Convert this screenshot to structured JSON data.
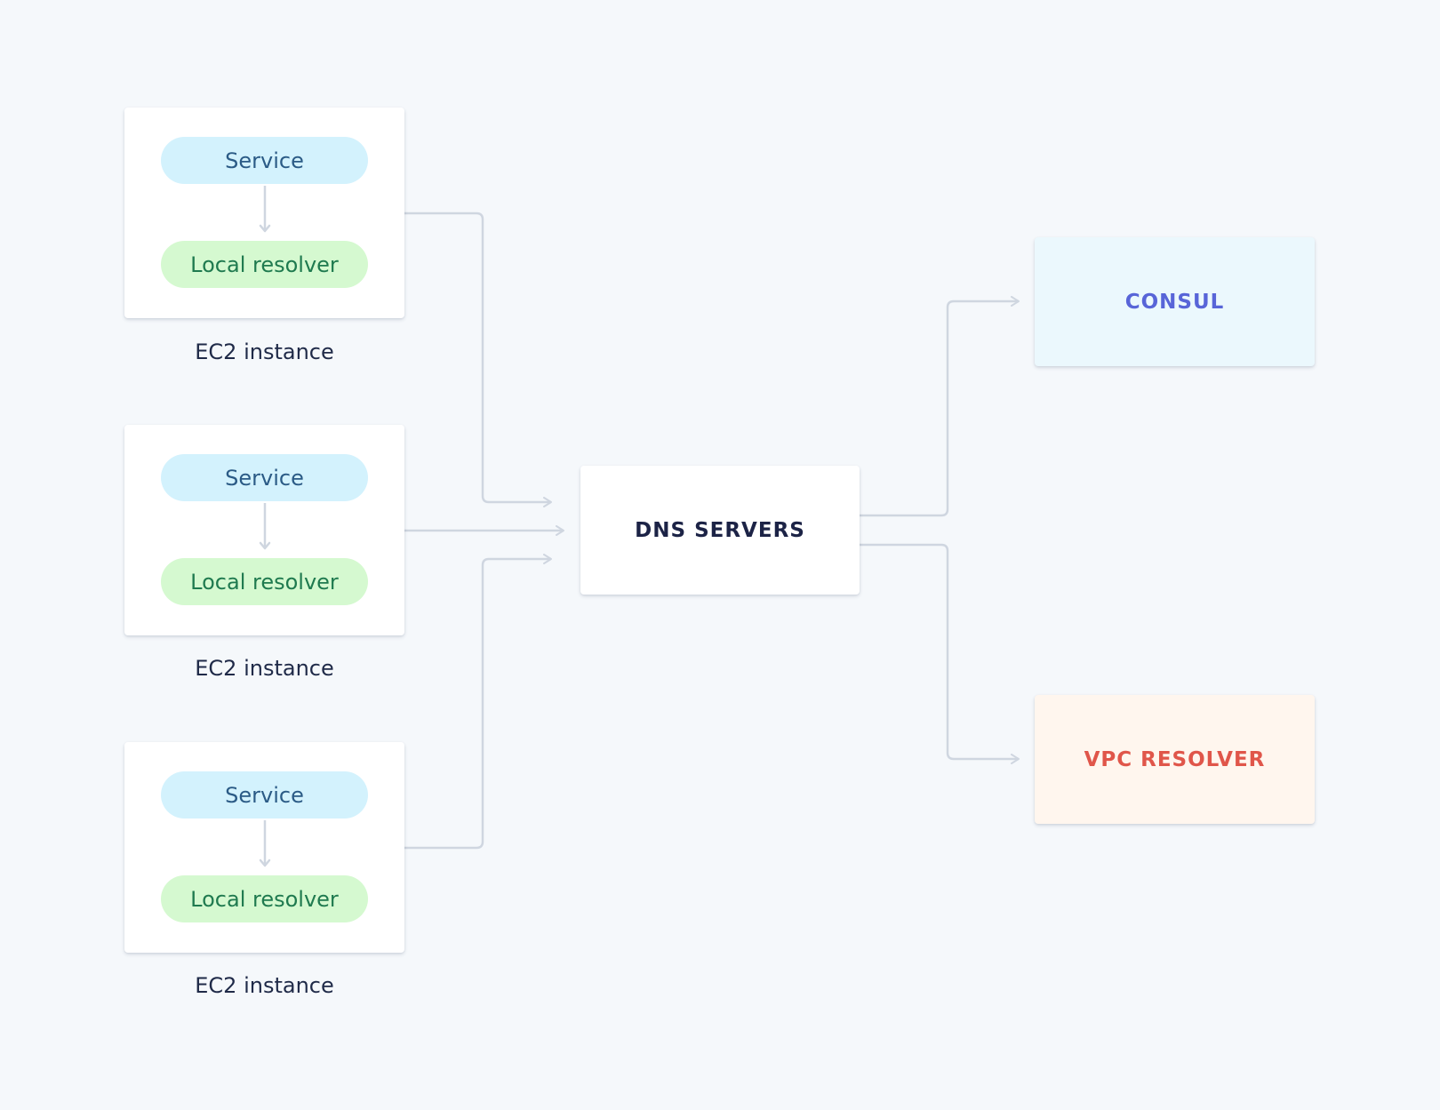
{
  "instances": [
    {
      "service_label": "Service",
      "resolver_label": "Local resolver",
      "caption": "EC2 instance"
    },
    {
      "service_label": "Service",
      "resolver_label": "Local resolver",
      "caption": "EC2 instance"
    },
    {
      "service_label": "Service",
      "resolver_label": "Local resolver",
      "caption": "EC2 instance"
    }
  ],
  "dns": {
    "label": "DNS SERVERS"
  },
  "consul": {
    "label": "CONSUL",
    "color": "#5865d8"
  },
  "vpc": {
    "label": "VPC RESOLVER",
    "color": "#e0564a"
  },
  "colors": {
    "background": "#f5f8fb",
    "connector": "#cfd6e0",
    "service_fill": "#d3f2fd",
    "resolver_fill": "#d5f9d0"
  }
}
